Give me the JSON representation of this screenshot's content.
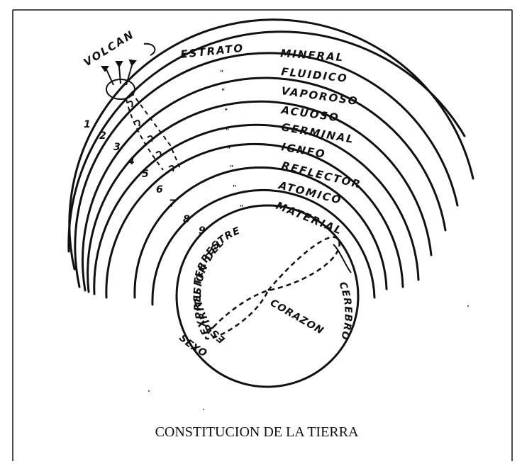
{
  "diagram": {
    "caption": "CONSTITUCION DE LA TIERRA",
    "top_label_left": "ESTRATO",
    "volcano_label": "VOLCAN",
    "strata": [
      {
        "name": "MINERAL",
        "number": "",
        "mark": ""
      },
      {
        "name": "FLUIDICO",
        "number": "1",
        "mark": "\""
      },
      {
        "name": "VAPOROSO",
        "number": "2",
        "mark": "\""
      },
      {
        "name": "ACUOSO",
        "number": "3",
        "mark": "\""
      },
      {
        "name": "GERMINAL",
        "number": "4",
        "mark": "\""
      },
      {
        "name": "IGNEO",
        "number": "5",
        "mark": "\""
      },
      {
        "name": "REFLECTOR",
        "number": "6",
        "mark": "\""
      },
      {
        "name": "ATOMICO",
        "number": "7",
        "mark": "\""
      },
      {
        "name": "MATERIAL",
        "number": "8",
        "mark": "\""
      }
    ],
    "core_number": "9",
    "core": {
      "expression_line1": "EXPRESION DEL",
      "expression_line2": "ESPIRITU TERRESTRE",
      "cerebro": "CEREBRO",
      "corazon": "CORAZON",
      "sexo": "SEXO"
    }
  }
}
